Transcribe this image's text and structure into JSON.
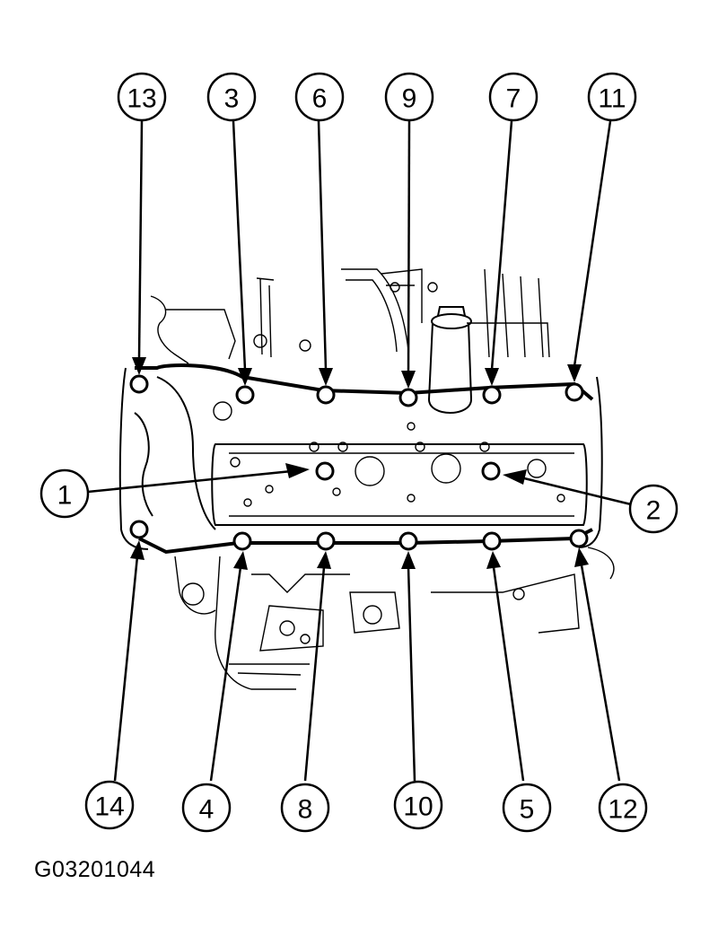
{
  "figure_code": "G03201044",
  "callouts": {
    "c1": "1",
    "c2": "2",
    "c3": "3",
    "c4": "4",
    "c5": "5",
    "c6": "6",
    "c7": "7",
    "c8": "8",
    "c9": "9",
    "c10": "10",
    "c11": "11",
    "c12": "12",
    "c13": "13",
    "c14": "14"
  }
}
